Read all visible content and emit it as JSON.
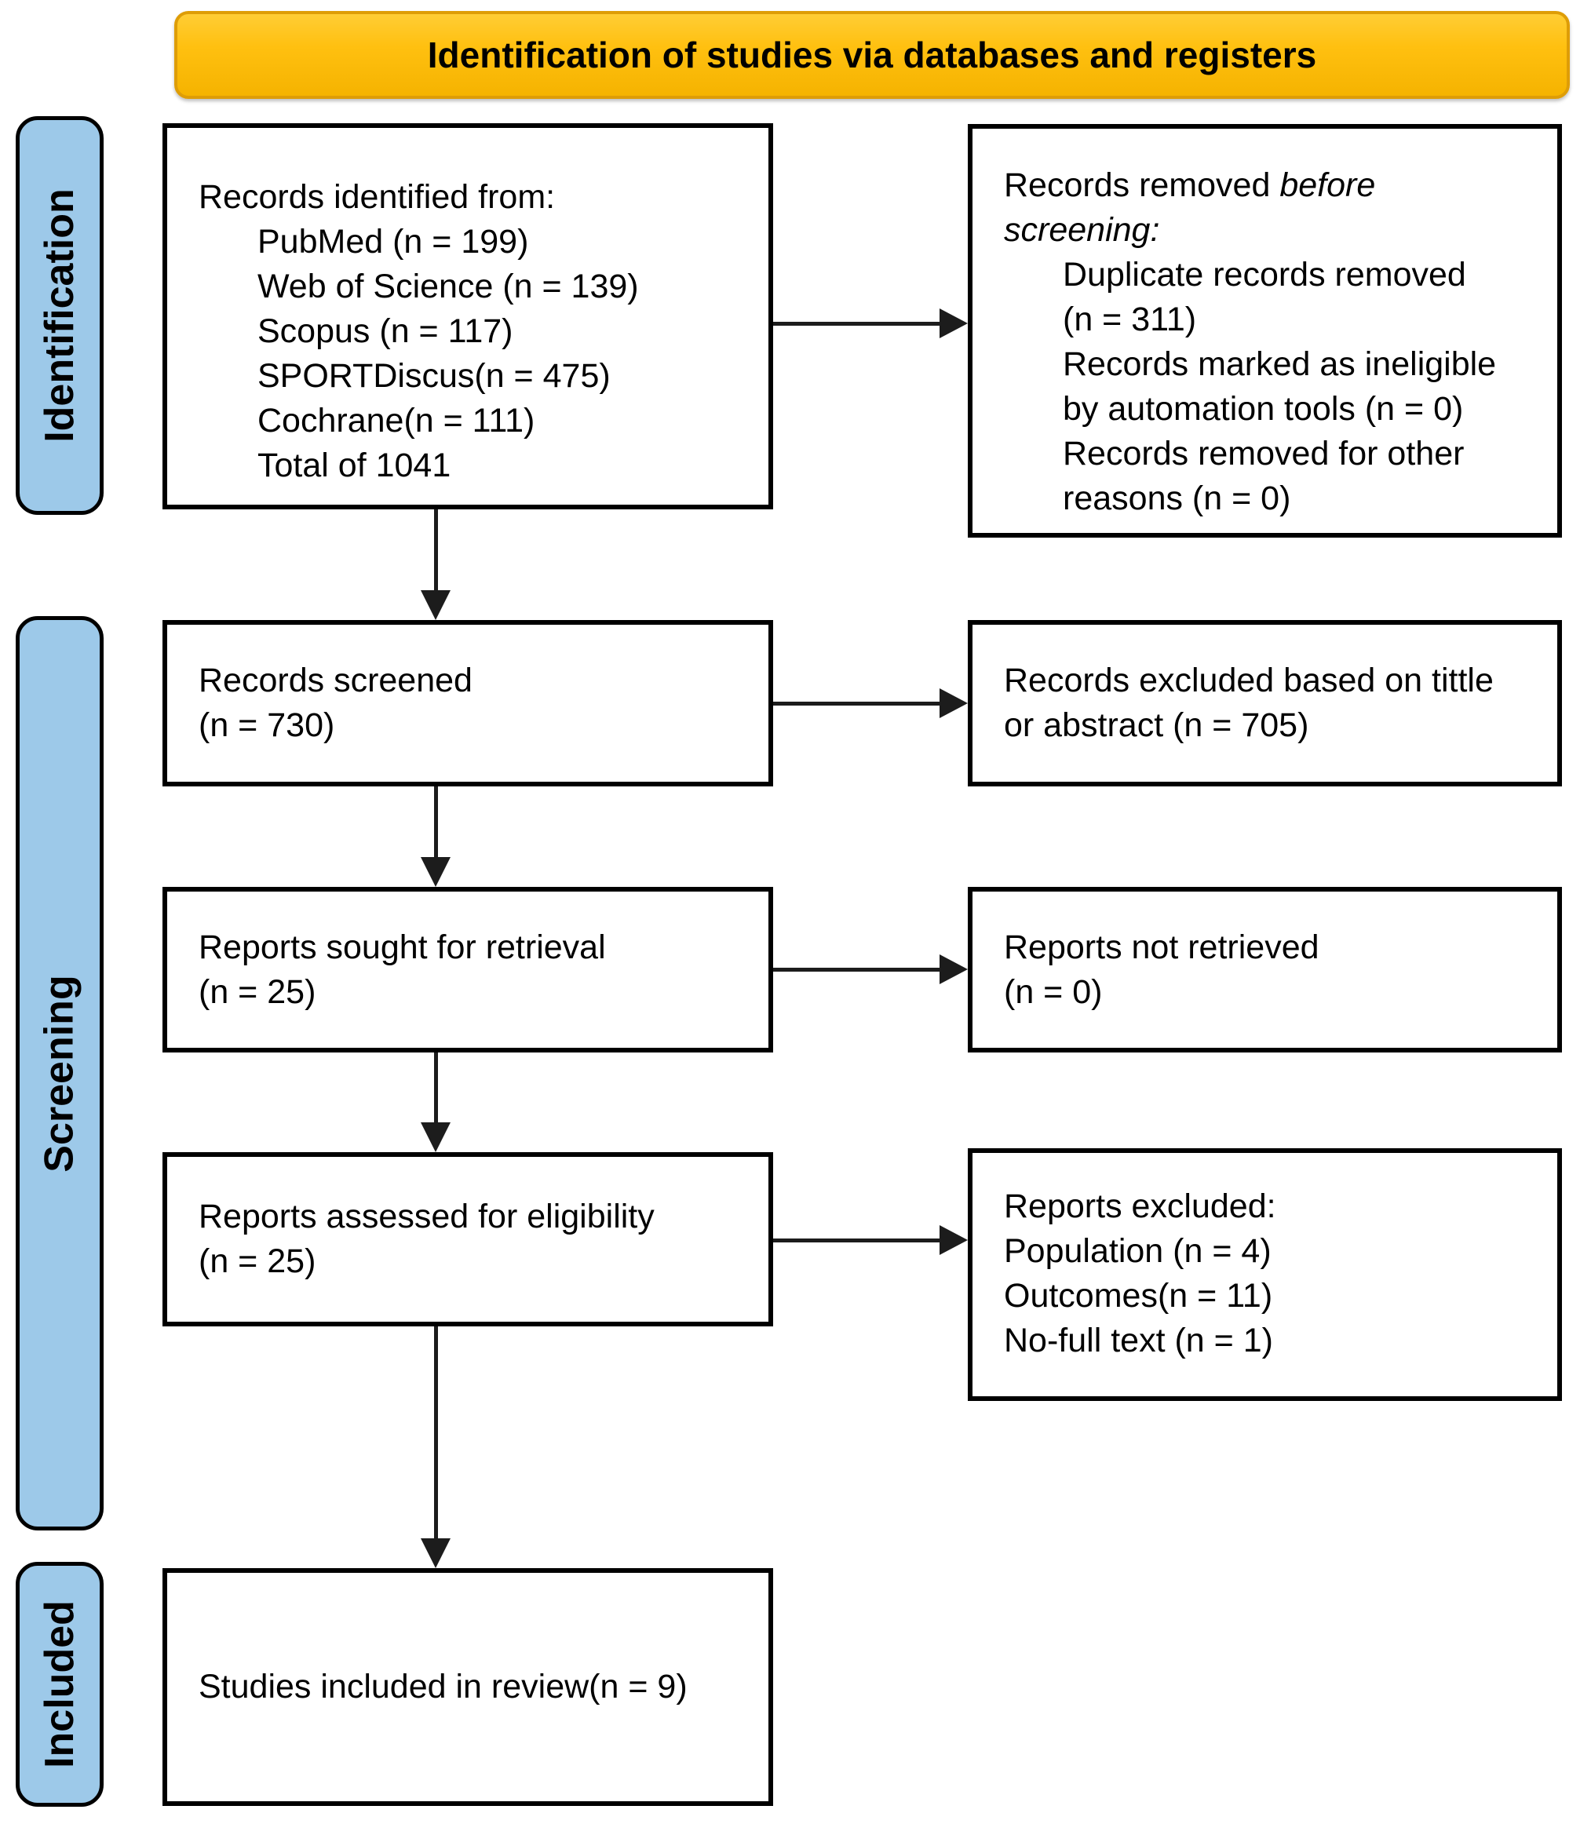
{
  "banner": {
    "title": "Identification of studies via databases and registers"
  },
  "colors": {
    "banner_fill": "#ffc010",
    "banner_border": "#de9d07",
    "stage_fill": "#9dc9e9"
  },
  "stages": {
    "identification": "Identification",
    "screening": "Screening",
    "included": "Included"
  },
  "boxes": {
    "records_identified": {
      "title": "Records identified from:",
      "items": [
        "PubMed (n = 199)",
        "Web of Science (n = 139)",
        "Scopus (n = 117)",
        "SPORTDiscus(n = 475)",
        "Cochrane(n = 111)",
        "Total of 1041"
      ]
    },
    "records_removed": {
      "title_normal": "Records removed ",
      "title_italic": "before\nscreening:",
      "items": [
        "Duplicate records removed\n(n = 311)",
        "Records marked as ineligible\nby automation tools (n = 0)",
        "Records removed for other\nreasons (n = 0)"
      ]
    },
    "records_screened": {
      "text": "Records screened\n(n = 730)"
    },
    "records_excluded": {
      "text": "Records excluded based on tittle\nor abstract (n = 705)"
    },
    "reports_sought": {
      "text": "Reports sought for retrieval\n(n = 25)"
    },
    "reports_not_retrieved": {
      "text": "Reports not retrieved\n(n = 0)"
    },
    "reports_assessed": {
      "text": "Reports assessed for eligibility\n(n = 25)"
    },
    "reports_excluded": {
      "title": "Reports excluded:",
      "items": [
        "Population (n = 4)",
        "Outcomes(n = 11)",
        "No-full text (n = 1)"
      ]
    },
    "studies_included": {
      "text": "Studies included in review(n = 9)"
    }
  }
}
